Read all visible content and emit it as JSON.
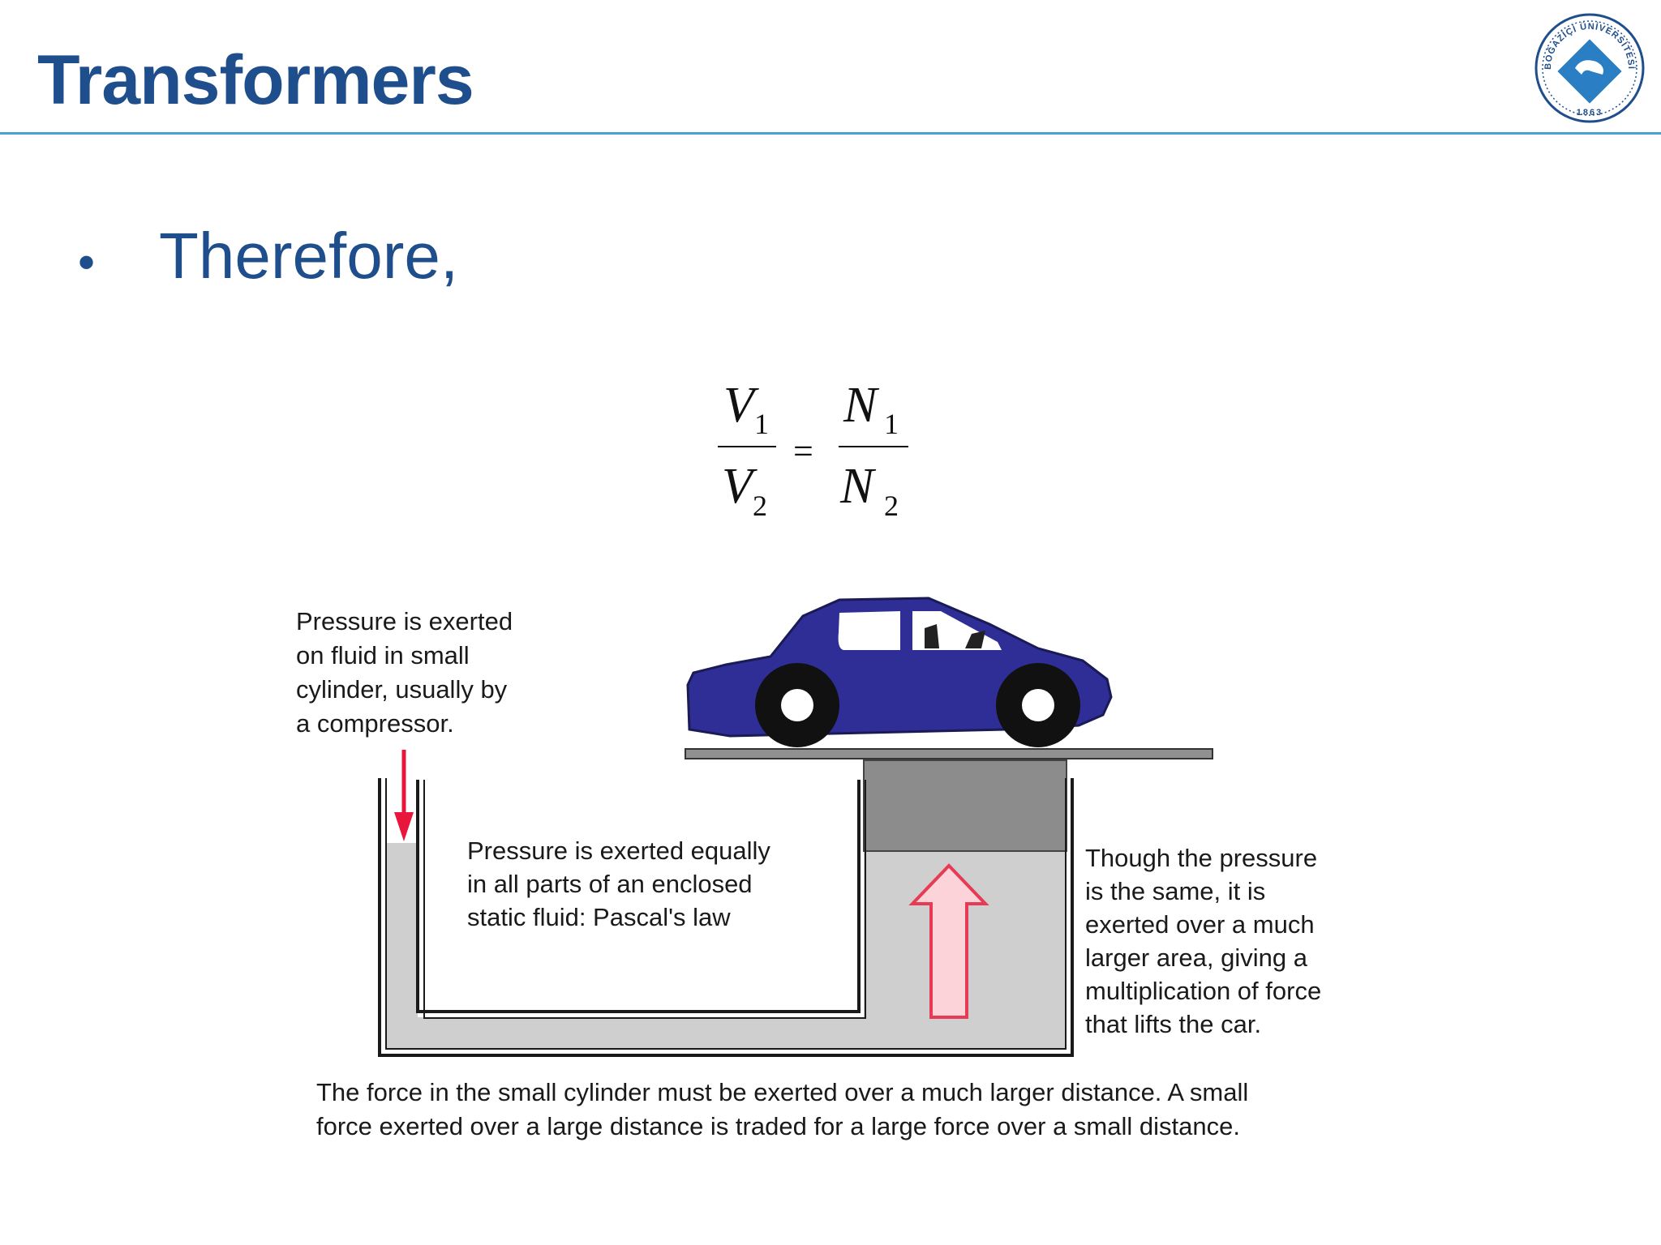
{
  "slide": {
    "title": "Transformers",
    "bullet": "Therefore,"
  },
  "logo": {
    "text_top": "BOĞAZİÇİ ÜNİVERSİTESİ",
    "year": "1863"
  },
  "formula": {
    "v1": "V",
    "v1_sub": "1",
    "v2": "V",
    "v2_sub": "2",
    "equals": "=",
    "n1": "N",
    "n1_sub": "1",
    "n2": "N",
    "n2_sub": "2"
  },
  "diagram": {
    "label_small_cylinder": [
      "Pressure is exerted",
      "on fluid in small",
      "cylinder, usually by",
      "a compressor."
    ],
    "label_pascal": [
      "Pressure is exerted equally",
      "in all parts of an enclosed",
      "static fluid: Pascal's law"
    ],
    "label_large_cylinder": [
      "Though the pressure",
      "is the same, it is",
      "exerted over a much",
      "larger area, giving a",
      "multiplication of force",
      "that lifts the car."
    ],
    "caption": [
      "The force in the small cylinder must be exerted over a much larger distance. A small",
      "force exerted over a large distance is traded for a large force over a small distance."
    ]
  },
  "colors": {
    "title": "#1f4e8c",
    "rule": "#4a9fd3",
    "car": "#2e2e96",
    "fluid": "#cfcfcf",
    "piston": "#8c8c8c",
    "down_arrow": "#e8163c",
    "up_arrow_fill": "#fbd3d8",
    "up_arrow_stroke": "#e63a55"
  },
  "icons": {
    "logo": "university-seal-icon",
    "car": "car-icon",
    "down_arrow": "arrow-down-icon",
    "up_arrow": "arrow-up-icon"
  }
}
